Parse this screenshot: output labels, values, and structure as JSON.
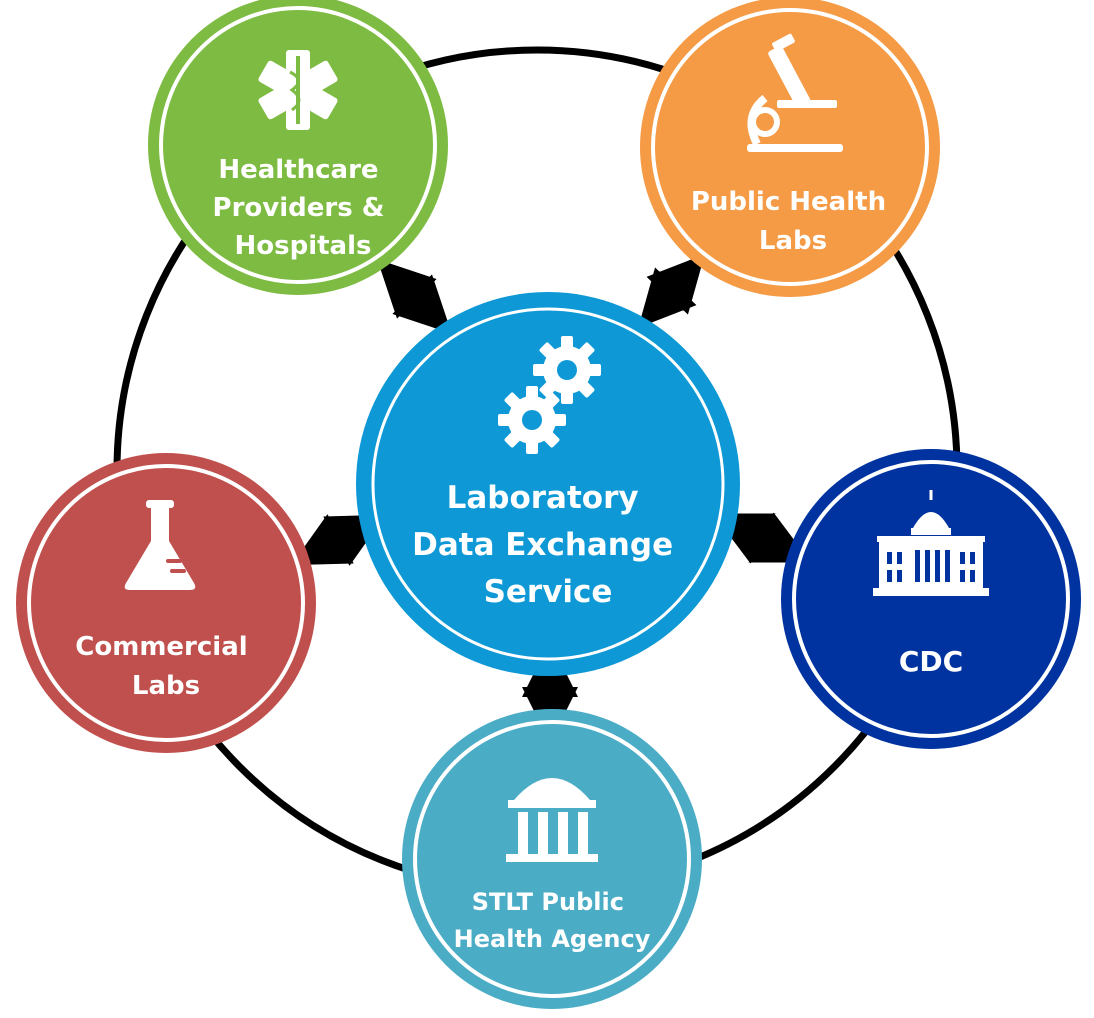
{
  "center": {
    "label_lines": [
      "Laboratory",
      "Data Exchange",
      "Service"
    ],
    "icon": "gears-icon",
    "color": "#0E99D6",
    "ring_color": "#0E99D6"
  },
  "nodes": [
    {
      "id": "healthcare",
      "label_lines": [
        "Healthcare",
        "Providers &",
        "Hospitals"
      ],
      "icon": "medical-caduceus-icon",
      "color": "#7DBB42"
    },
    {
      "id": "public-health-labs",
      "label_lines": [
        "Public Health",
        "Labs"
      ],
      "icon": "microscope-icon",
      "color": "#F59A45"
    },
    {
      "id": "commercial-labs",
      "label_lines": [
        "Commercial",
        "Labs"
      ],
      "icon": "flask-icon",
      "color": "#C0504D"
    },
    {
      "id": "cdc",
      "label_lines": [
        "CDC"
      ],
      "icon": "capitol-building-icon",
      "color": "#0033A0"
    },
    {
      "id": "stlt",
      "label_lines": [
        "STLT Public",
        "Health Agency"
      ],
      "icon": "government-building-icon",
      "color": "#4BACC6"
    }
  ],
  "connector_color": "#000000"
}
